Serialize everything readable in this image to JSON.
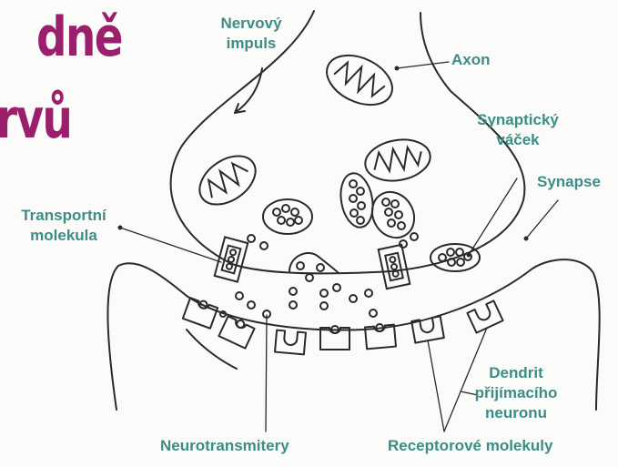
{
  "title": {
    "line1": "dně",
    "line2": "rvů"
  },
  "labels": {
    "nervovy_impuls_1": "Nervový",
    "nervovy_impuls_2": "impuls",
    "axon": "Axon",
    "synapticky_vacek_1": "Synaptický",
    "synapticky_vacek_2": "váček",
    "synapse": "Synapse",
    "transportni_molekula_1": "Transportní",
    "transportni_molekula_2": "molekula",
    "dendrit_1": "Dendrit",
    "dendrit_2": "přijímacího",
    "dendrit_3": "neuronu",
    "neurotransmitery": "Neurotransmitery",
    "receptorove_molekuly": "Receptorové molekuly"
  },
  "colors": {
    "label": "#3d8c86",
    "title": "#9b1f6c",
    "line": "#2a2a2a"
  }
}
